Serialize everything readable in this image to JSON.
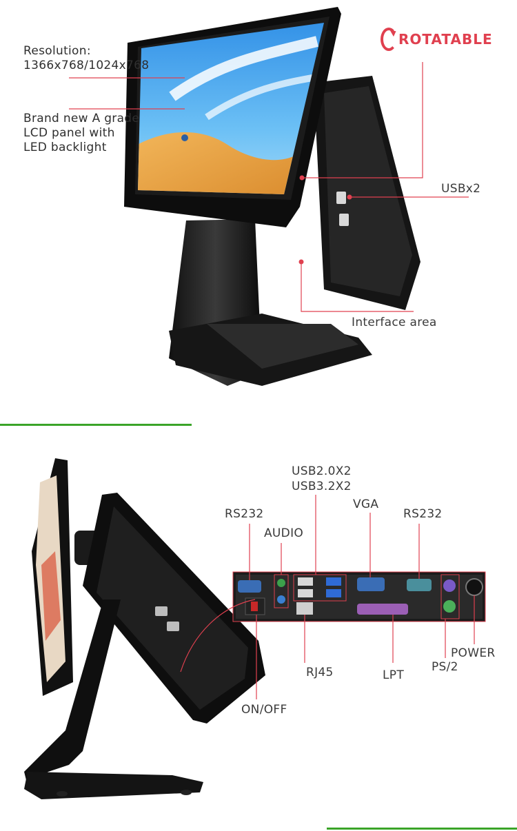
{
  "features": {
    "resolution_line1": "Resolution:",
    "resolution_line2": "1366x768/1024x768",
    "panel_line1": "Brand new A grade",
    "panel_line2": "LCD panel with",
    "panel_line3": "LED backlight",
    "rotatable_rest": "ROTATABLE",
    "usb_side": "USBx2",
    "interface_area": "Interface area"
  },
  "ports": {
    "usb20": "USB2.0X2",
    "usb32": "USB3.2X2",
    "rs232_left": "RS232",
    "audio": "AUDIO",
    "vga": "VGA",
    "rs232_right": "RS232",
    "power": "POWER",
    "ps2": "PS/2",
    "rj45": "RJ45",
    "lpt": "LPT",
    "onoff": "ON/OFF"
  },
  "colors": {
    "accent_red": "#e0404f",
    "accent_green": "#3aa428"
  },
  "icons": [
    "rotate-icon"
  ]
}
